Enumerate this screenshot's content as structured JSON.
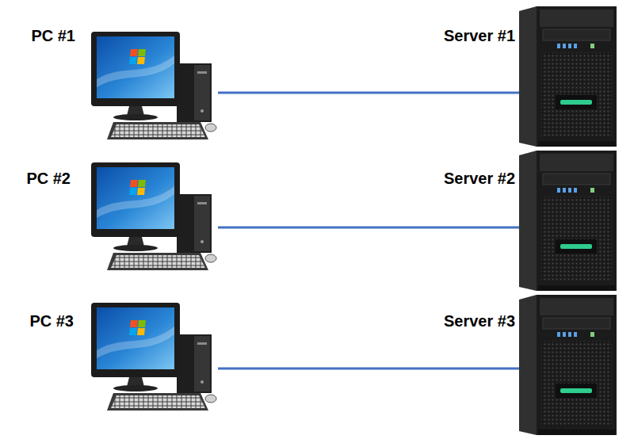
{
  "diagram": {
    "nodes": [
      {
        "text": [
          "PC #1"
        ]
      },
      {
        "text": [
          "Server #1"
        ]
      },
      {
        "text": [
          "PC #2"
        ]
      },
      {
        "text": [
          "Server #2"
        ]
      },
      {
        "text": [
          "PC #3"
        ]
      },
      {
        "text": [
          "Server #3"
        ]
      }
    ],
    "edges": [
      {
        "from": 0,
        "to": 1,
        "arrow": "none"
      },
      {
        "from": 2,
        "to": 3,
        "arrow": "none"
      },
      {
        "from": 4,
        "to": 5,
        "arrow": "none"
      }
    ]
  }
}
